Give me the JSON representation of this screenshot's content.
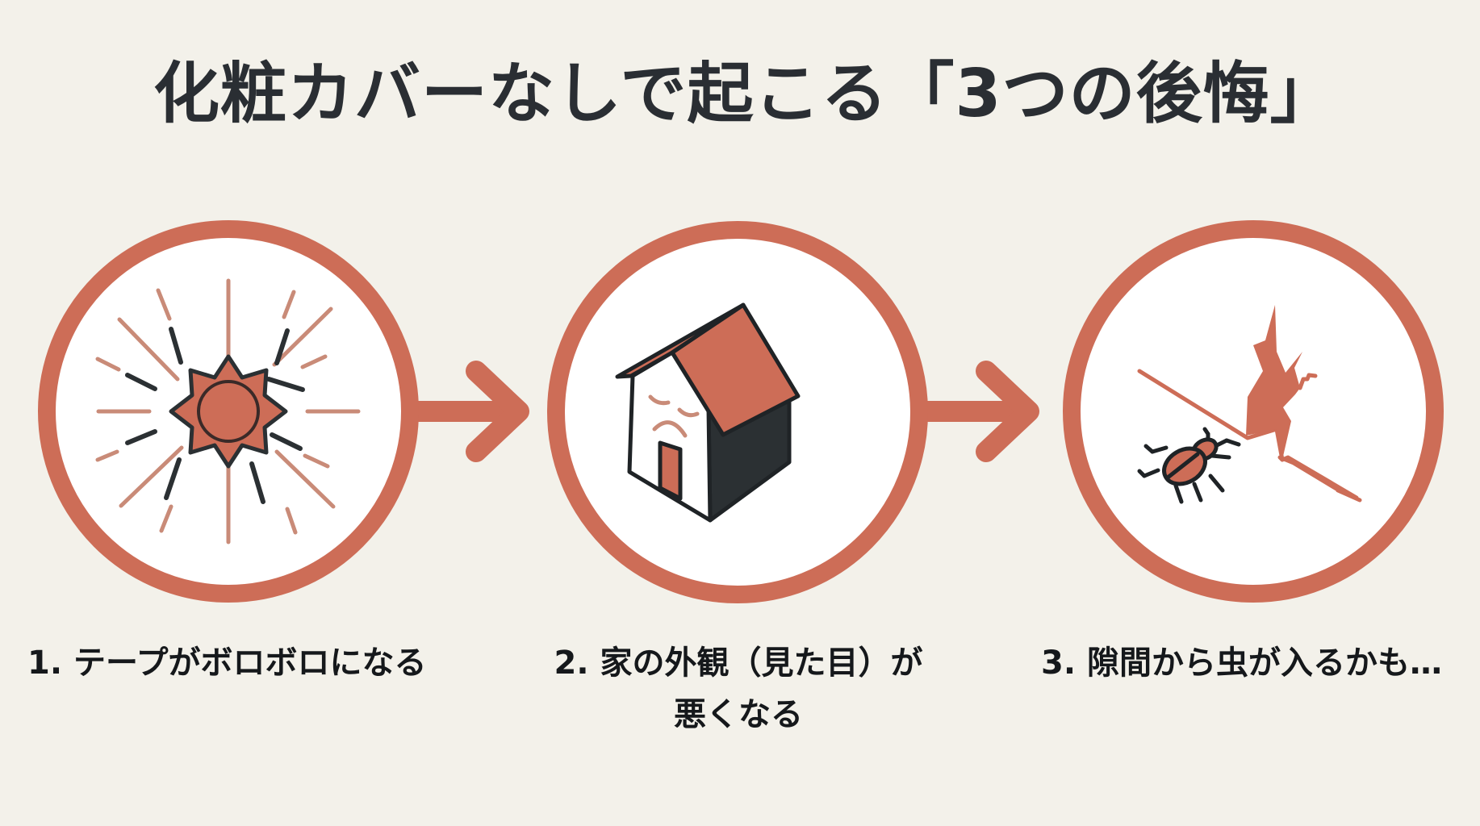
{
  "title": "化粧カバーなしで起こる「3つの後悔」",
  "colors": {
    "background": "#f3f1ea",
    "accent": "#cd6d57",
    "accent_light": "#c98b78",
    "dark": "#2b3033",
    "circle_fill": "#ffffff",
    "text": "#15181b"
  },
  "steps": [
    {
      "number": "1.",
      "caption_line1": "1. テープがボロボロになる",
      "caption_line2": "",
      "icon": "sun-icon"
    },
    {
      "number": "2.",
      "caption_line1": "2. 家の外観（見た目）が",
      "caption_line2": "悪くなる",
      "icon": "sad-house-icon"
    },
    {
      "number": "3.",
      "caption_line1": "3. 隙間から虫が入るかも…",
      "caption_line2": "",
      "icon": "bug-crack-icon"
    }
  ],
  "connectors": [
    "arrow-right-icon",
    "arrow-right-icon"
  ]
}
